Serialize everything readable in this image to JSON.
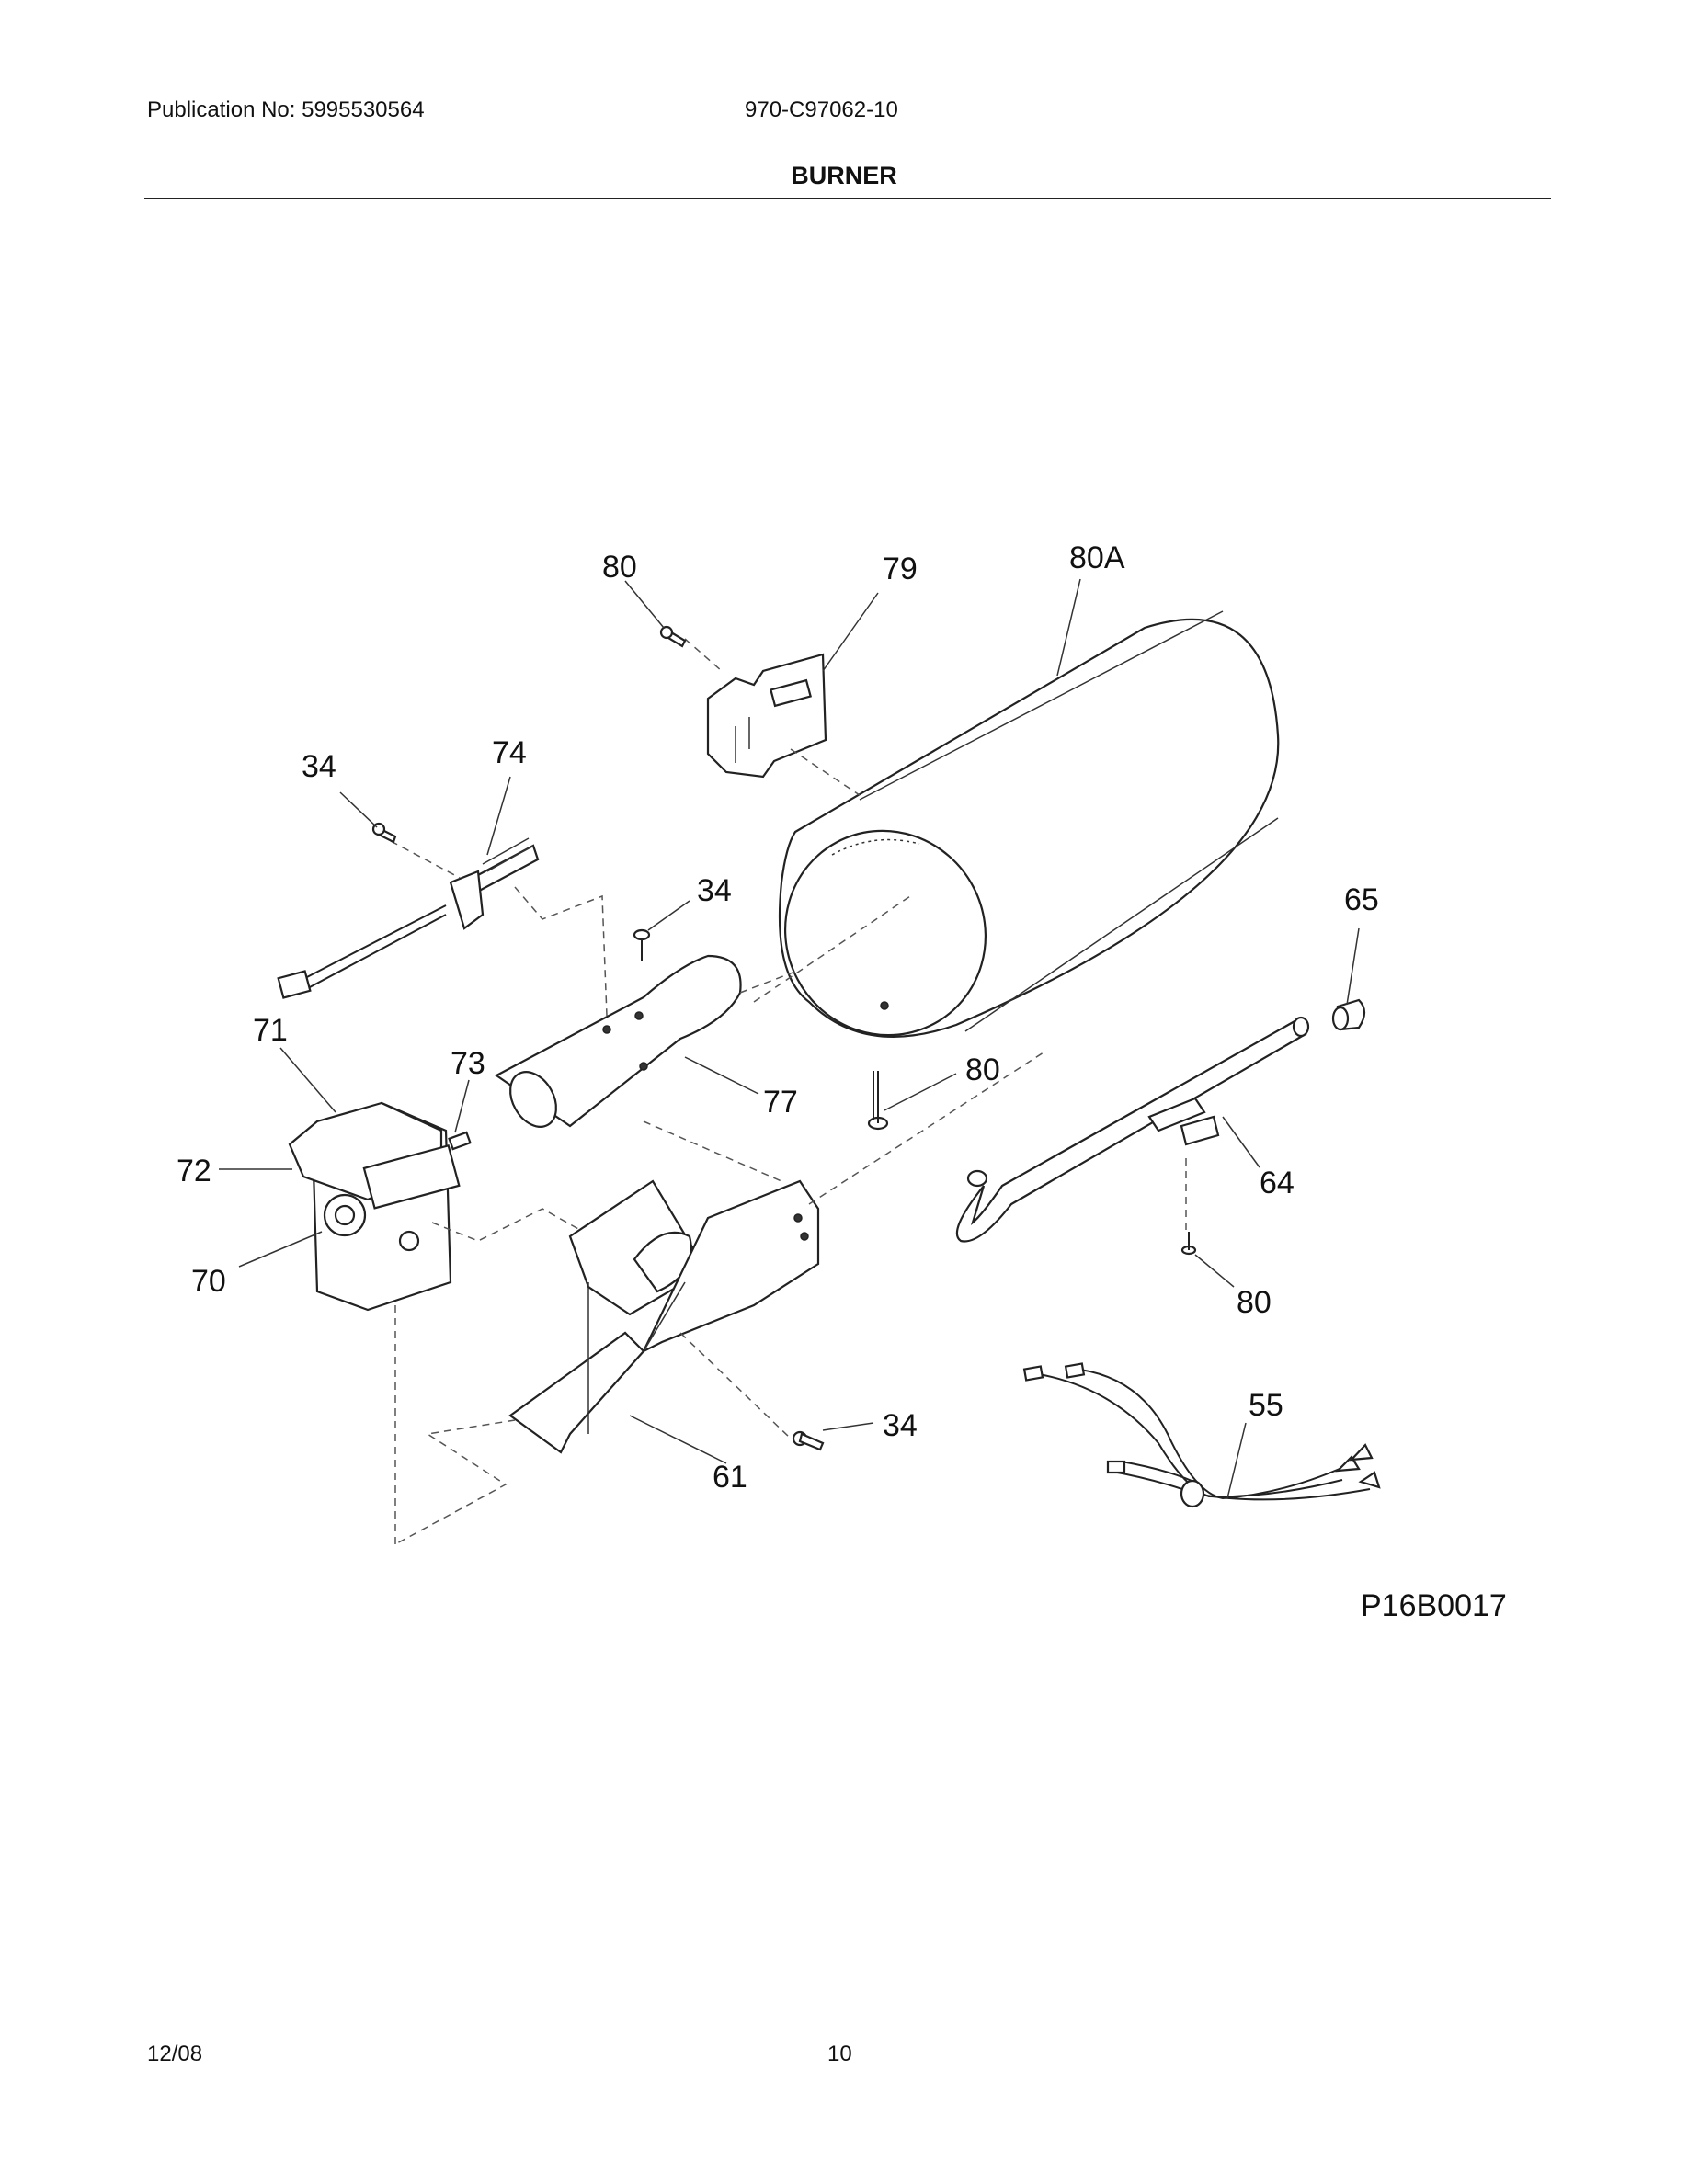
{
  "header": {
    "publication": "Publication No: 5995530564",
    "model": "970-C97062-10",
    "title": "BURNER"
  },
  "diagram": {
    "callouts": {
      "c80_top": "80",
      "c79": "79",
      "c80A": "80A",
      "c34_left": "34",
      "c74": "74",
      "c34_mid": "34",
      "c65": "65",
      "c71": "71",
      "c73": "73",
      "c80_mid": "80",
      "c77": "77",
      "c72": "72",
      "c64": "64",
      "c70": "70",
      "c80_right": "80",
      "c55": "55",
      "c34_bottom": "34",
      "c61": "61"
    },
    "figure_code": "P16B0017"
  },
  "footer": {
    "date": "12/08",
    "page": "10"
  }
}
